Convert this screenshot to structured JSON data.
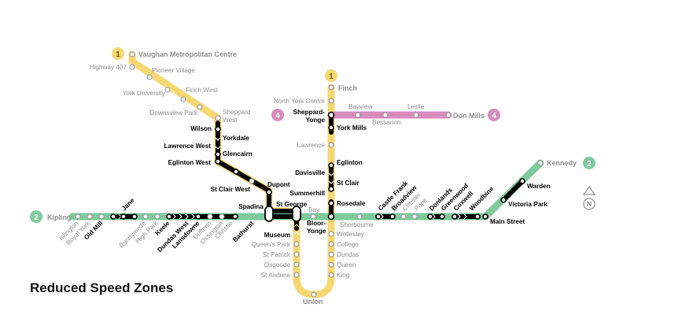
{
  "title": "Reduced Speed Zones",
  "colors": {
    "line1": "#f6d873",
    "line2": "#7fc99d",
    "line4": "#d68cbd",
    "slow": "#000000",
    "station_grey": "#8c8c8c"
  },
  "north": "N",
  "lines": {
    "line1": {
      "number": "1",
      "terminal_west": "Vaughan Metropolitan Centre",
      "terminal_east": "Finch",
      "south": "Union"
    },
    "line2": {
      "number": "2",
      "terminal_west": "Kipling",
      "terminal_east": "Kennedy"
    },
    "line4": {
      "number": "4",
      "terminal_west": "Sheppard-Yonge",
      "terminal_east": "Don Mills"
    }
  },
  "stations": {
    "highway407": "Highway 407",
    "pioneer": "Pioneer Village",
    "yorku": "York University",
    "finchw": "Finch West",
    "downsview": "Downsview Park",
    "sheppardw1": "Sheppard",
    "sheppardw2": "West",
    "wilson": "Wilson",
    "yorkdale": "Yorkdale",
    "lawrencew": "Lawrence West",
    "glencairn": "Glencairn",
    "eglintonw": "Eglinton West",
    "stclairw": "St Clair West",
    "dupont": "Dupont",
    "spadina": "Spadina",
    "stgeorge": "St George",
    "museum": "Museum",
    "queenspark": "Queen's Park",
    "stpatrick": "St Patrick",
    "osgoode": "Osgoode",
    "standrew": "St Andrew",
    "king": "King",
    "queen": "Queen",
    "dundas": "Dundas",
    "college": "College",
    "wellesley": "Wellesley",
    "bloor1": "Bloor-",
    "bloor2": "Yonge",
    "rosedale": "Rosedale",
    "summerhill": "Summerhill",
    "stclair": "St Clair",
    "davisville": "Davisville",
    "eglinton": "Eglinton",
    "lawrence": "Lawrence",
    "yorkmills": "York Mills",
    "sheppyonge1": "Sheppard-",
    "sheppyonge2": "Yonge",
    "northyork": "North York Centre",
    "bayview": "Bayview",
    "bessarion": "Bessarion",
    "leslie": "Leslie",
    "islington": "Islington",
    "royalyork": "Royal York",
    "oldmill": "Old Mill",
    "jane": "Jane",
    "runnymede": "Runnymede",
    "highpark": "High Park",
    "keele": "Keele",
    "dundaswest": "Dundas West",
    "lansdowne": "Lansdowne",
    "dufferin": "Dufferin",
    "ossington": "Ossington",
    "christie": "Christie",
    "bathurst": "Bathurst",
    "bay": "Bay",
    "sherbourne": "Sherbourne",
    "castlefrank": "Castle Frank",
    "broadview": "Broadview",
    "chester": "Chester",
    "pape": "Pape",
    "donlands": "Donlands",
    "greenwood": "Greenwood",
    "coxwell": "Coxwell",
    "woodbine": "Woodbine",
    "mainstreet": "Main Street",
    "victoriapark": "Victoria Park",
    "warden": "Warden"
  }
}
